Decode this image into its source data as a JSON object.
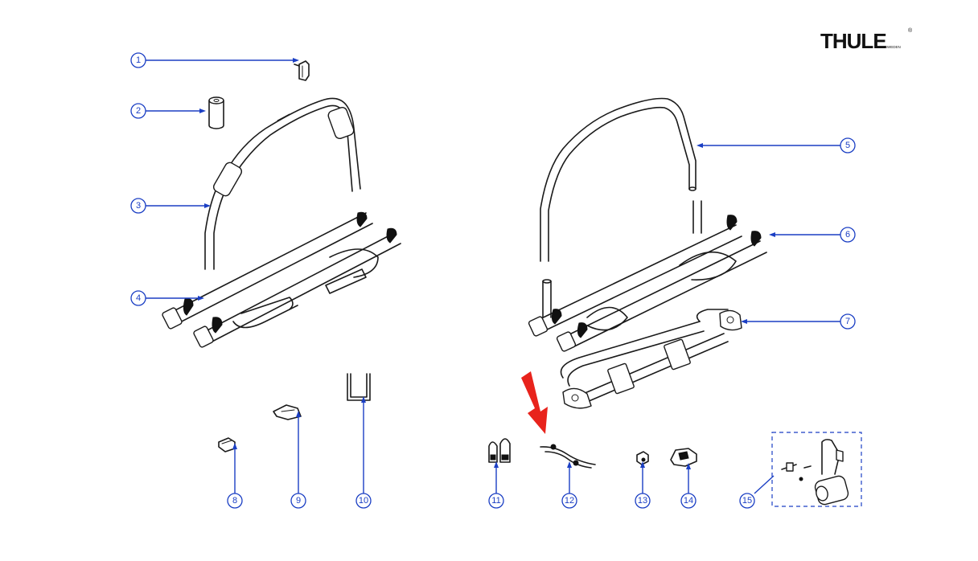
{
  "brand": {
    "logo_text": "THULE",
    "logo_subtext": "SWEDEN",
    "logo_mark": "®"
  },
  "callouts": [
    {
      "number": "1"
    },
    {
      "number": "2"
    },
    {
      "number": "3"
    },
    {
      "number": "4"
    },
    {
      "number": "5"
    },
    {
      "number": "6"
    },
    {
      "number": "7"
    },
    {
      "number": "8"
    },
    {
      "number": "9"
    },
    {
      "number": "10"
    },
    {
      "number": "11"
    },
    {
      "number": "12"
    },
    {
      "number": "13"
    },
    {
      "number": "14"
    },
    {
      "number": "15"
    }
  ],
  "colors": {
    "callout": "#1b3fc4",
    "highlight_arrow": "#e8231c",
    "line_art": "#1a1a1a"
  },
  "highlighted_part": "12"
}
